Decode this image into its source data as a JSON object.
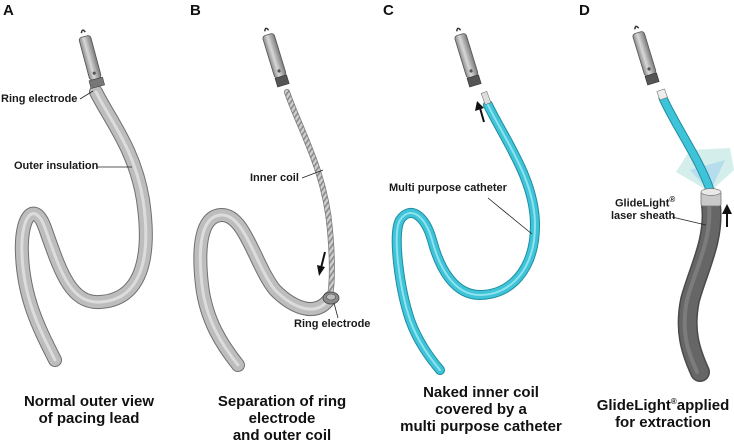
{
  "panels": [
    {
      "letter": "A",
      "labels": {
        "ring_electrode": "Ring electrode",
        "outer_insulation": "Outer insulation"
      },
      "caption": [
        "Normal outer view",
        "of pacing lead"
      ]
    },
    {
      "letter": "B",
      "labels": {
        "inner_coil": "Inner coil",
        "ring_electrode": "Ring electrode"
      },
      "caption": [
        "Separation of ring electrode",
        "and outer coil"
      ]
    },
    {
      "letter": "C",
      "labels": {
        "multi_purpose_catheter": "Multi purpose catheter"
      },
      "caption": [
        "Naked inner coil",
        "covered by a",
        "multi purpose catheter"
      ]
    },
    {
      "letter": "D",
      "labels": {
        "glidelight_name": "GlideLight",
        "glidelight_reg": "®",
        "laser_sheath": "laser sheath"
      },
      "caption": {
        "brand": "GlideLight",
        "reg": "®",
        "rest1": "applied",
        "line2": "for extraction"
      }
    }
  ],
  "colors": {
    "lead_gray": "#b9b9b9",
    "lead_outline": "#6f6f6f",
    "catheter_cyan": "#3ec3d8",
    "catheter_outline": "#1e8ea0",
    "sheath_dark": "#5f5f5f",
    "laser_glow": "#7fd6d0"
  }
}
